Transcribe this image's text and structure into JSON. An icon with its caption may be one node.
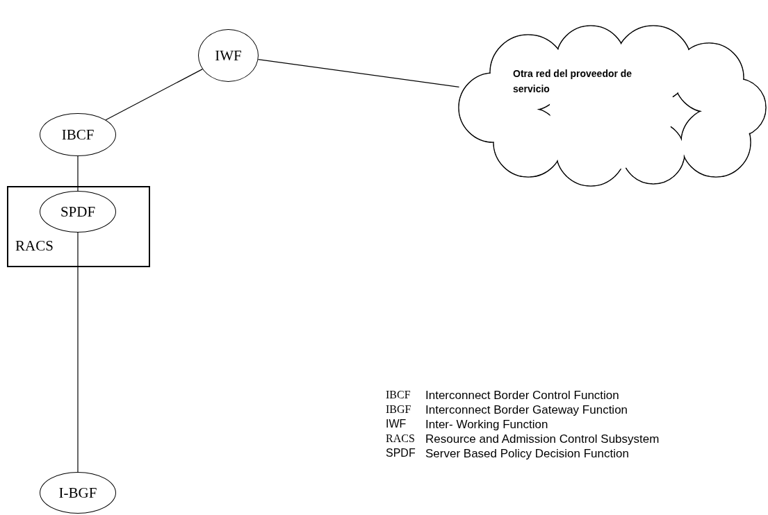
{
  "diagram": {
    "nodes": [
      {
        "text": [
          "IWF"
        ]
      },
      {
        "text": [
          "Otra red del proveedor de servicio"
        ]
      },
      {
        "text": [
          "IBCF"
        ]
      },
      {
        "text": [
          "RACS"
        ]
      },
      {
        "text": [
          "SPDF"
        ],
        "in": 3
      },
      {
        "text": [
          "I-BGF"
        ]
      }
    ],
    "edges": [
      {
        "from": 0,
        "to": 1,
        "arrow": "none"
      },
      {
        "from": 0,
        "to": 2,
        "arrow": "none"
      },
      {
        "from": 2,
        "to": 4,
        "arrow": "none"
      },
      {
        "from": 4,
        "to": 5,
        "arrow": "none"
      }
    ],
    "labels": [
      "IBCF",
      "Interconnect Border Control Function",
      "IBGF",
      "Interconnect Border Gateway Function",
      "IWF",
      "Inter- Working Function",
      "RACS",
      "Resource and Admission Control Subsystem",
      "SPDF",
      "Server Based Policy Decision Function"
    ]
  }
}
